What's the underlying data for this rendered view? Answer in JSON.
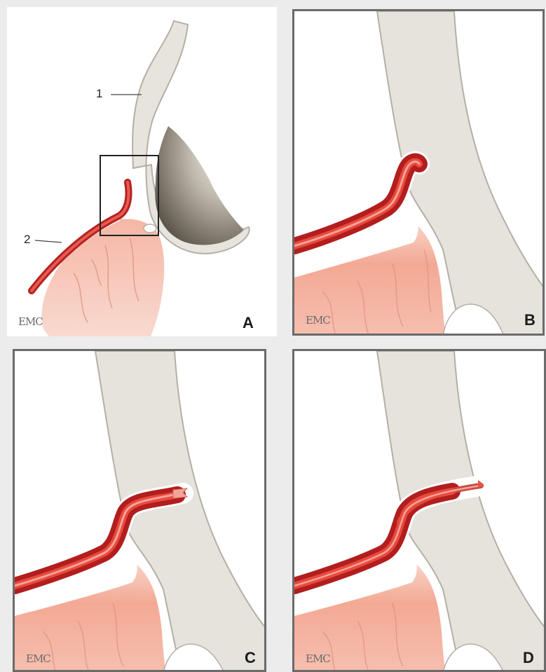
{
  "figure": {
    "logo_text": "EMC",
    "panels": [
      {
        "letter": "A",
        "callouts": [
          "1",
          "2"
        ]
      },
      {
        "letter": "B"
      },
      {
        "letter": "C"
      },
      {
        "letter": "D"
      }
    ]
  },
  "colors": {
    "background": "#ececec",
    "frame": "#6b6b6b",
    "bone": "#e5e2dc",
    "bone_outline": "#b8b2a8",
    "vessel_dark": "#b21e1e",
    "vessel_light": "#f08a80",
    "tissue": "#f2a897",
    "shadow": "#6e665a"
  }
}
